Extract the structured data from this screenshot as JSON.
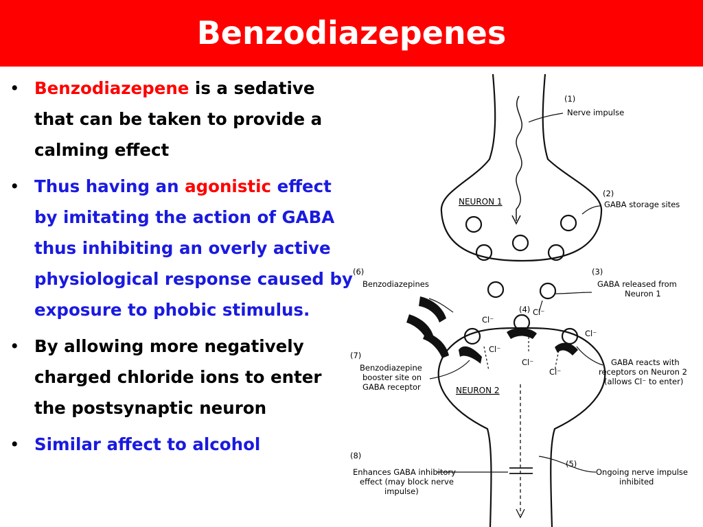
{
  "title": "Benzodiazepenes",
  "bullets": [
    {
      "segments": [
        {
          "text": "Benzodiazepene",
          "color": "red"
        },
        {
          "text": " is a sedative that can be taken to provide a calming effect",
          "color": "black"
        }
      ]
    },
    {
      "segments": [
        {
          "text": "Thus having an ",
          "color": "blue"
        },
        {
          "text": "agonistic",
          "color": "red"
        },
        {
          "text": " effect by imitating the action of GABA thus inhibiting an overly active physiological response caused by exposure to phobic stimulus.",
          "color": "blue"
        }
      ]
    },
    {
      "segments": [
        {
          "text": "By allowing more negatively charged chloride ions to enter the postsynaptic neuron",
          "color": "black"
        }
      ]
    },
    {
      "segments": [
        {
          "text": "Similar affect to alcohol",
          "color": "blue"
        }
      ]
    }
  ],
  "diagram": {
    "neuron1": "NEURON 1",
    "neuron2": "NEURON 2",
    "labels": [
      {
        "num": "(1)",
        "lines": [
          "Nerve impulse"
        ]
      },
      {
        "num": "(2)",
        "lines": [
          "GABA storage sites"
        ]
      },
      {
        "num": "(3)",
        "lines": [
          "GABA released from",
          "Neuron 1"
        ]
      },
      {
        "num": "(4)",
        "lines": []
      },
      {
        "num": "(5)",
        "lines": [
          "Ongoing nerve impulse",
          "inhibited"
        ]
      },
      {
        "num": "(6)",
        "lines": [
          "Benzodiazepines"
        ]
      },
      {
        "num": "(7)",
        "lines": [
          "Benzodiazepine",
          "booster site on",
          "GABA receptor"
        ]
      },
      {
        "num": "(8)",
        "lines": [
          "Enhances GABA inhibitory",
          "effect (may block nerve",
          "impulse)"
        ]
      },
      {
        "num": "",
        "lines": [
          "GABA reacts with",
          "receptors on Neuron 2",
          "(allows Cl⁻ to enter)"
        ]
      }
    ],
    "ion": "Cl⁻"
  },
  "colors": {
    "title_bg": "#ff0000",
    "title_text": "#ffffff",
    "black": "#000000",
    "blue": "#1a1ae0",
    "red": "#ff0000"
  }
}
